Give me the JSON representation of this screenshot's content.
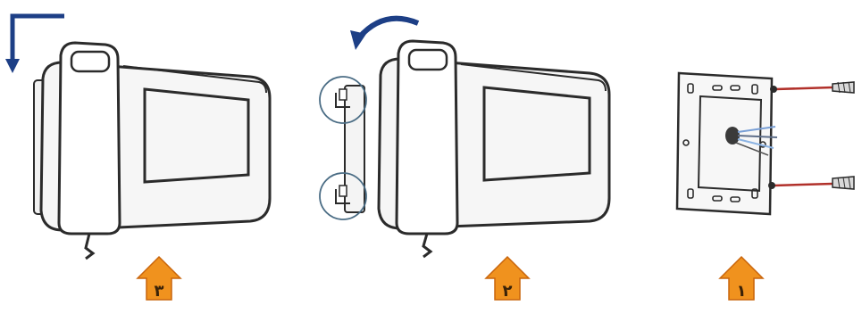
{
  "steps": [
    {
      "number": "٣",
      "badge_icon": "up-arrow-badge-icon",
      "scene_icon": "mount-on-bracket-icon",
      "motion_icon": "down-arrow-icon"
    },
    {
      "number": "٢",
      "badge_icon": "up-arrow-badge-icon",
      "scene_icon": "hook-onto-bracket-icon",
      "motion_icon": "curved-arrow-icon"
    },
    {
      "number": "١",
      "badge_icon": "up-arrow-badge-icon",
      "scene_icon": "wall-bracket-screws-icon"
    }
  ],
  "colors": {
    "badge": "#f0921e",
    "badge_dark": "#c9650c",
    "motion_arrow": "#1d3f86",
    "screw_line": "#b1302a",
    "line": "#2b2b2b"
  }
}
